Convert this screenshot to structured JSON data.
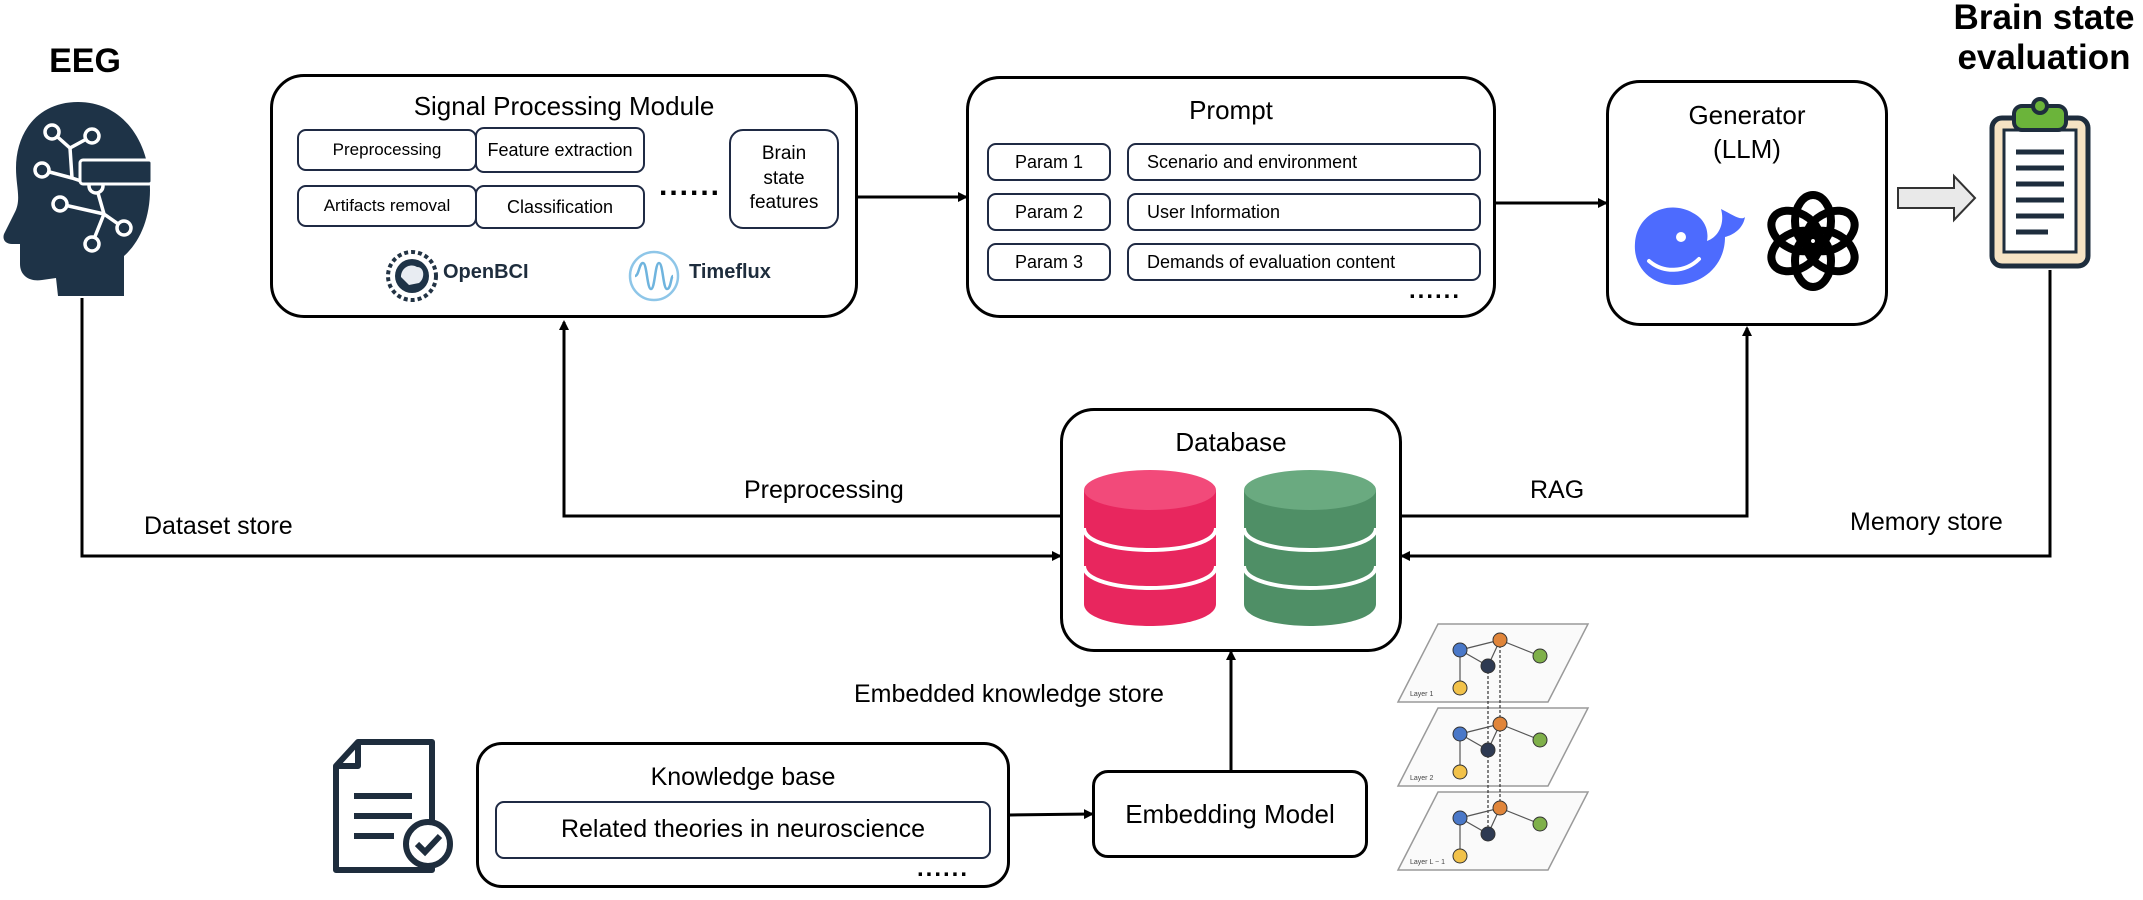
{
  "eeg": {
    "title": "EEG"
  },
  "brain_state": {
    "title_line1": "Brain state",
    "title_line2": "evaluation"
  },
  "signal_module": {
    "title": "Signal Processing Module",
    "items": [
      "Preprocessing",
      "Feature extraction",
      "Artifacts removal",
      "Classification"
    ],
    "ellipsis": "......",
    "features_line1": "Brain",
    "features_line2": "state",
    "features_line3": "features",
    "tools": [
      {
        "name": "OpenBCI",
        "icon": "openbci-logo-icon"
      },
      {
        "name": "Timeflux",
        "icon": "timeflux-logo-icon"
      }
    ]
  },
  "prompt": {
    "title": "Prompt",
    "params": [
      {
        "param": "Param 1",
        "value": "Scenario and environment"
      },
      {
        "param": "Param 2",
        "value": "User Information"
      },
      {
        "param": "Param 3",
        "value": "Demands of evaluation content"
      }
    ],
    "ellipsis": "......"
  },
  "generator": {
    "title_line1": "Generator",
    "title_line2": "(LLM)",
    "icons": [
      "deepseek-whale-icon",
      "openai-knot-icon"
    ]
  },
  "database": {
    "title": "Database",
    "cylinders": [
      {
        "color": "#e8265e"
      },
      {
        "color": "#4f8f66"
      }
    ]
  },
  "edges": {
    "dataset_store": "Dataset store",
    "preprocessing": "Preprocessing",
    "rag": "RAG",
    "memory_store": "Memory store",
    "embedded_knowledge_store": "Embedded knowledge store"
  },
  "knowledge_base": {
    "title": "Knowledge base",
    "item": "Related theories in neuroscience",
    "ellipsis": "......"
  },
  "embedding_model": {
    "title": "Embedding Model"
  },
  "graph_layers": [
    "Layer 1",
    "Layer 2",
    "Layer L − 1"
  ],
  "colors": {
    "stroke": "#000000",
    "pill_border": "#1f2a44",
    "eeg_dark": "#1e3347",
    "clip_cream": "#f6e3c4",
    "clip_green": "#6bb43a"
  }
}
